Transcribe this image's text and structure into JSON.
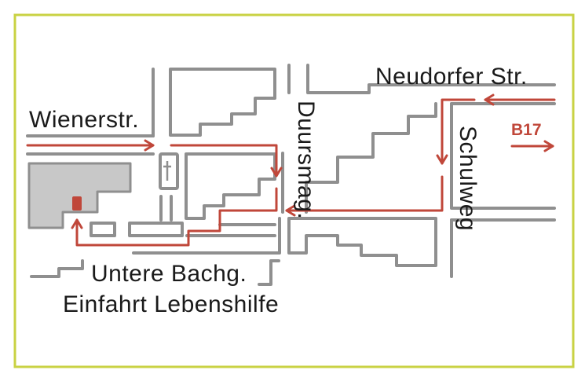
{
  "map": {
    "streets": {
      "wienerstr": "Wienerstr.",
      "neudorfer": "Neudorfer Str.",
      "duursmag": "Duursmag.",
      "schulweg": "Schulweg",
      "untere_bachg": "Untere Bachg."
    },
    "road_badge": "B17",
    "entrance_label": "Einfahrt Lebenshilfe",
    "colors": {
      "frame": "#c9d243",
      "route": "#c0473a",
      "streets": "#8f8f8f",
      "building": "#c8c8c8"
    },
    "icons": {
      "church": "church-cross-icon",
      "destination": "destination-marker"
    }
  }
}
